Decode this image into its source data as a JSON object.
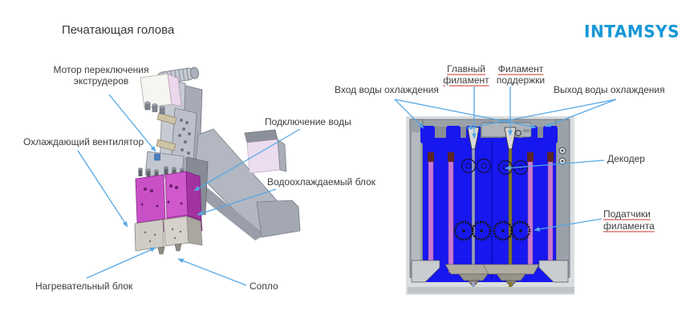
{
  "page": {
    "title": "Печатающая голова",
    "brand_logo": "INTAMSYS"
  },
  "colors": {
    "leader_line": "#56a8e4",
    "logo_blue": "#1897d6",
    "label_text": "#3d3d3d",
    "model_magenta": "#c94fc6",
    "section_blue": "#1717ef",
    "tube_pink": "#c87bd2",
    "misspell_underline": "#e49a92"
  },
  "left_panel": {
    "labels": {
      "motor": "Мотор переключения экструдеров",
      "fan": "Охлаждающий вентилятор",
      "water_connection": "Подключение воды",
      "water_cooled_block": "Водоохлаждаемый блок",
      "heater_block": "Нагревательный блок",
      "nozzle": "Сопло"
    }
  },
  "right_panel": {
    "labels": {
      "water_inlet": "Вход воды охлаждения",
      "main_filament_line1": "Главный",
      "main_filament_line2": "филамент",
      "support_filament_line1": "Филамент",
      "support_filament_line2": "поддержки",
      "water_outlet": "Выход воды охлаждения",
      "decoder": "Декодер",
      "feeders_line1": "Податчики",
      "feeders_line2": "филамента"
    }
  }
}
